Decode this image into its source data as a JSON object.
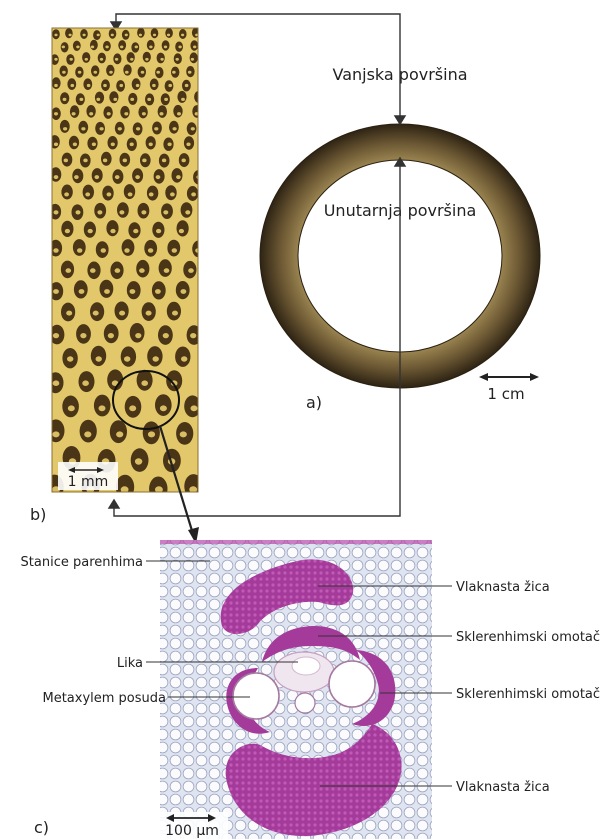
{
  "panel_labels": {
    "a": "a)",
    "b": "b)",
    "c": "c)"
  },
  "ring": {
    "outer_label": "Vanjska površina",
    "inner_label": "Unutarnja površina",
    "scale": "1 cm"
  },
  "strip": {
    "scale": "1 mm"
  },
  "micro": {
    "scale": "100 µm",
    "callouts": {
      "parenchyma": "Stanice parenhima",
      "fiber_top": "Vlaknasta žica",
      "sheath_top": "Sklerenhimski omotač",
      "phloem": "Lika",
      "metaxylem": "Metaxylem posuda",
      "sheath_right": "Sklerenhimski omotač",
      "fiber_bottom": "Vlaknasta žica"
    }
  },
  "colors": {
    "ring_outer": "#4a3a22",
    "ring_inner": "#8a7448",
    "strip_bg": "#e2c86a",
    "pore": "#4a3517",
    "micro_bg": "#eaeef6",
    "fiber": "#a43b9a"
  }
}
